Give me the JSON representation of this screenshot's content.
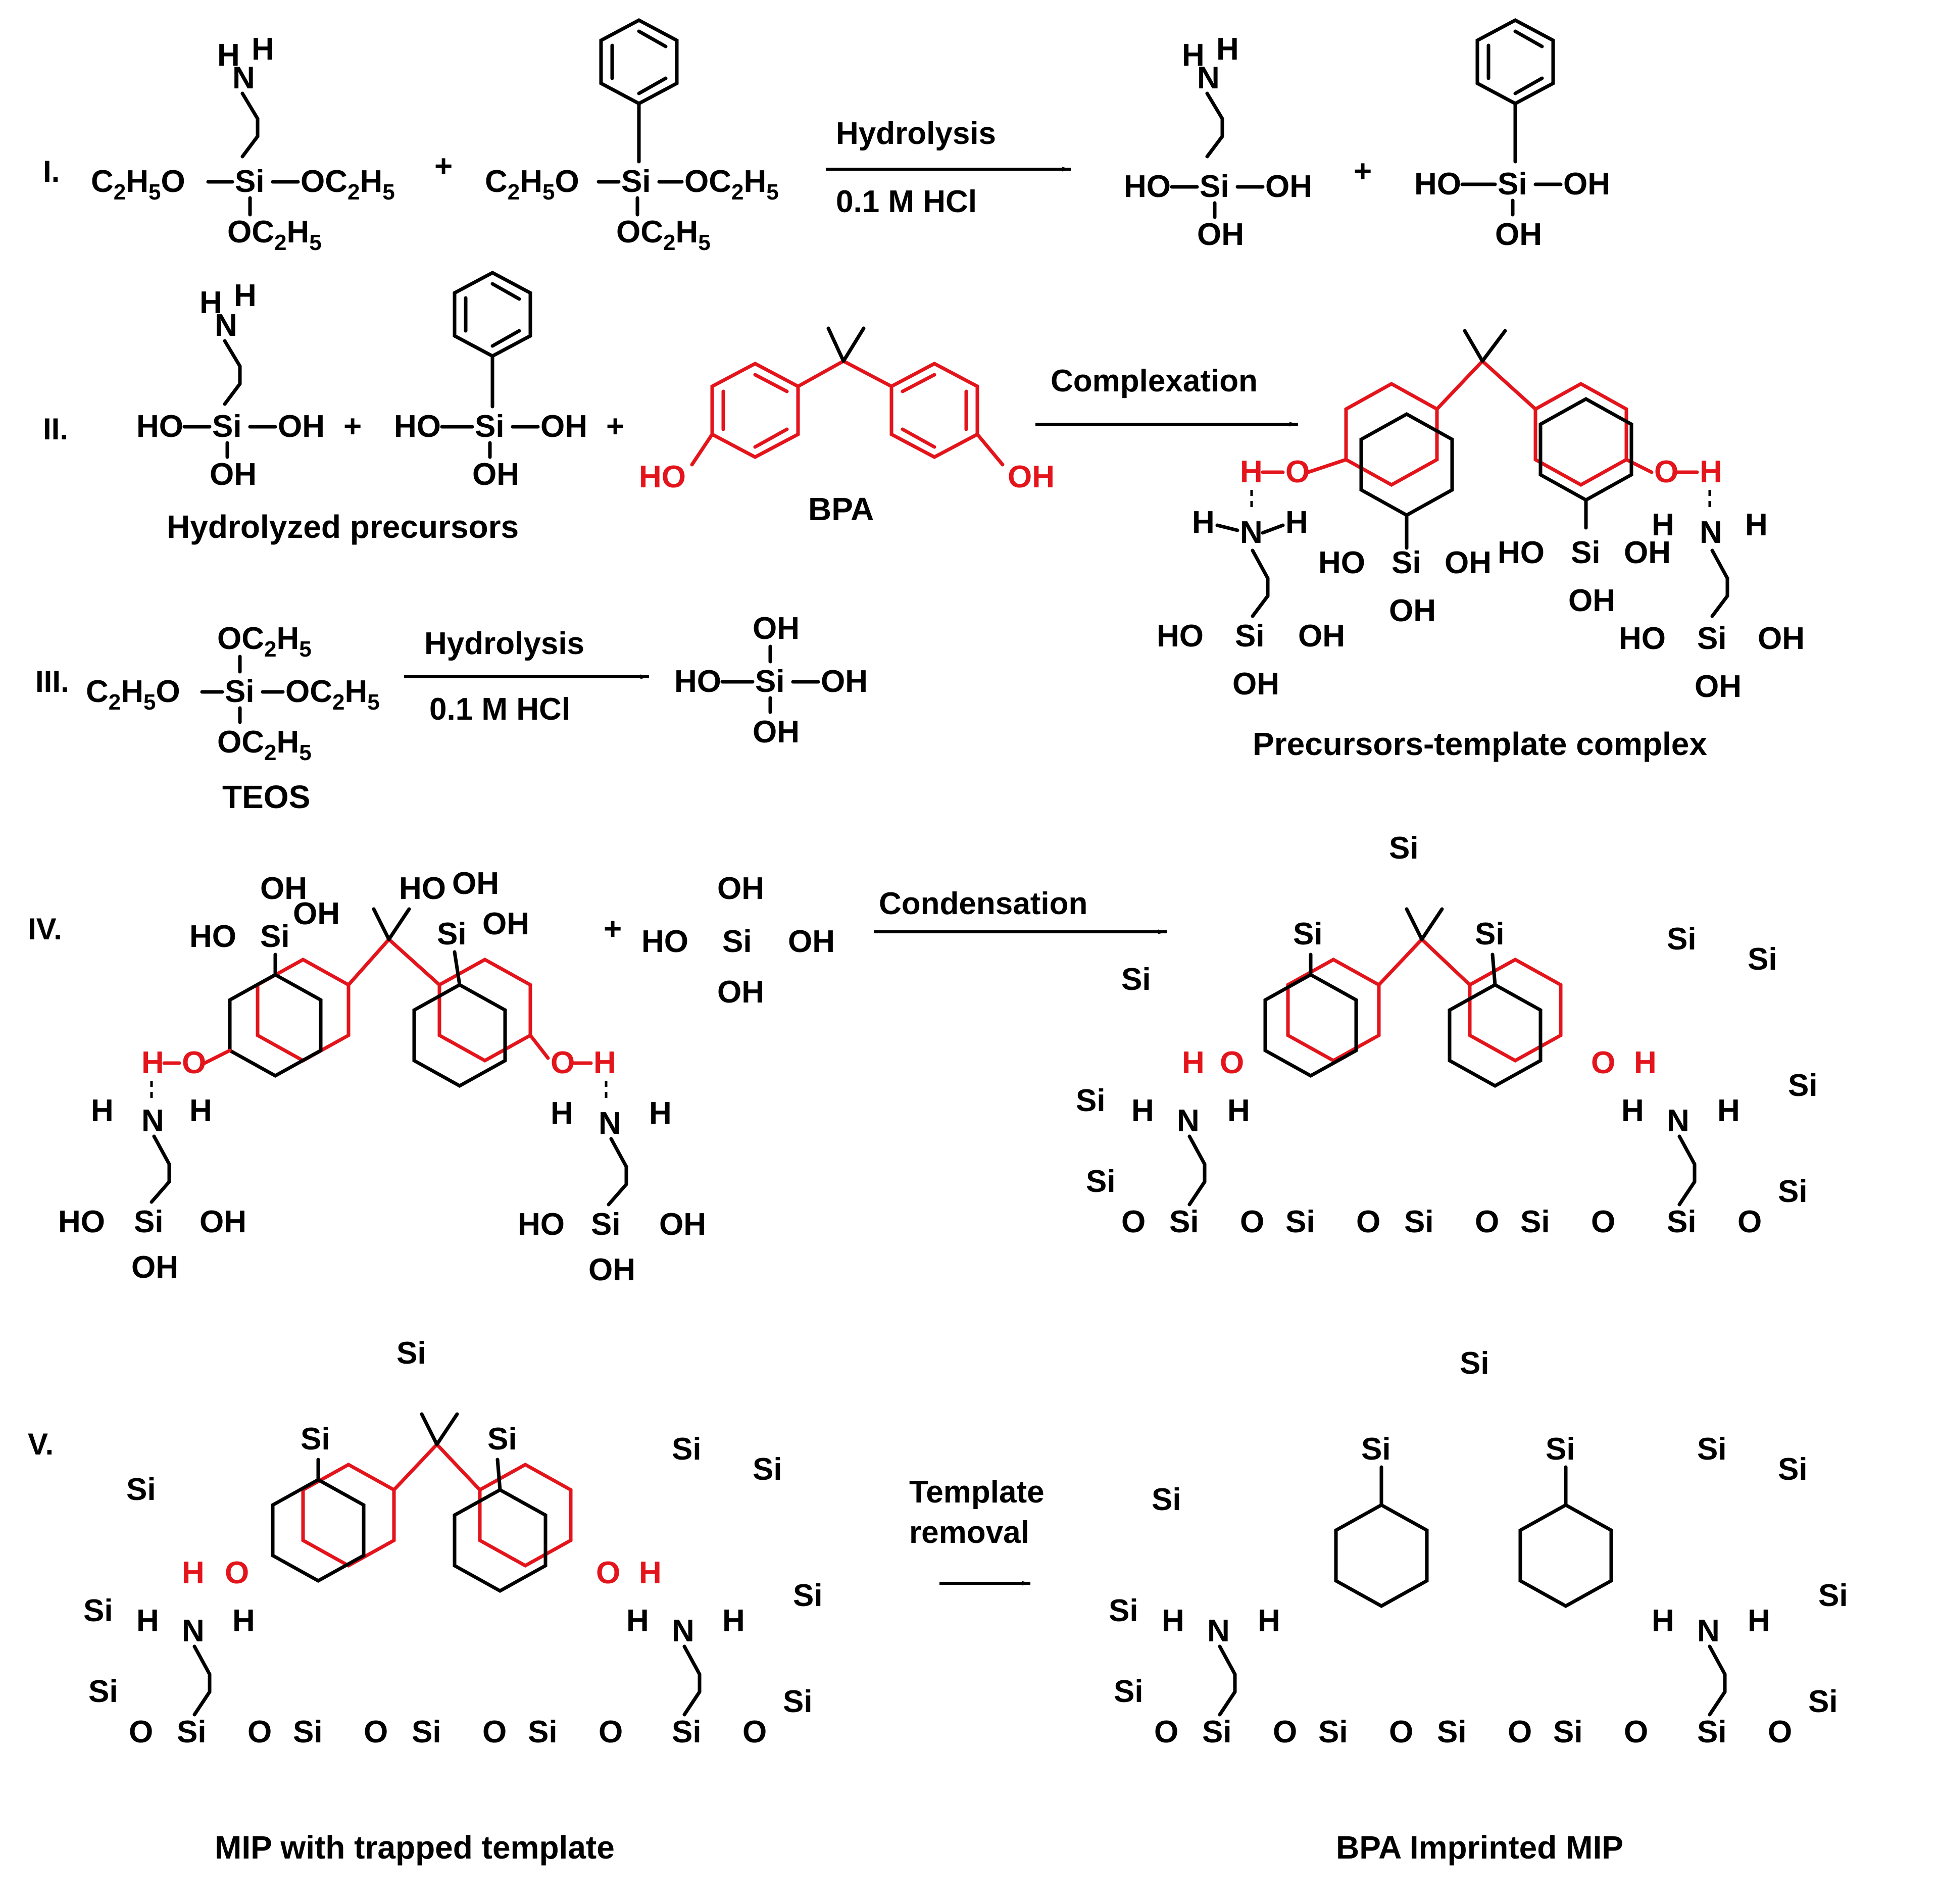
{
  "steps": {
    "i": "I.",
    "ii": "II.",
    "iii": "III.",
    "iv": "IV.",
    "v": "V."
  },
  "reactions": {
    "hydrolysis_1": "Hydrolysis",
    "hcl_1": "0.1 M HCl",
    "complexation": "Complexation",
    "hydrolysis_2": "Hydrolysis",
    "hcl_2": "0.1 M HCl",
    "condensation": "Condensation",
    "template_removal_1": "Template",
    "template_removal_2": "removal"
  },
  "labels": {
    "hydrolyzed_precursors": "Hydrolyzed precursors",
    "bpa": "BPA",
    "teos": "TEOS",
    "complex": "Precursors-template complex",
    "mip_trapped": "MIP with trapped template",
    "bpa_mip": "BPA Imprinted MIP"
  },
  "atoms": {
    "si": "Si",
    "o": "O",
    "oh": "OH",
    "ho": "HO",
    "nh": "N",
    "h": "H",
    "ethoxy_left": "C",
    "ethoxy_right": "OC",
    "plus": "+"
  },
  "colors": {
    "template": "#e3141b",
    "structure": "#000000"
  }
}
